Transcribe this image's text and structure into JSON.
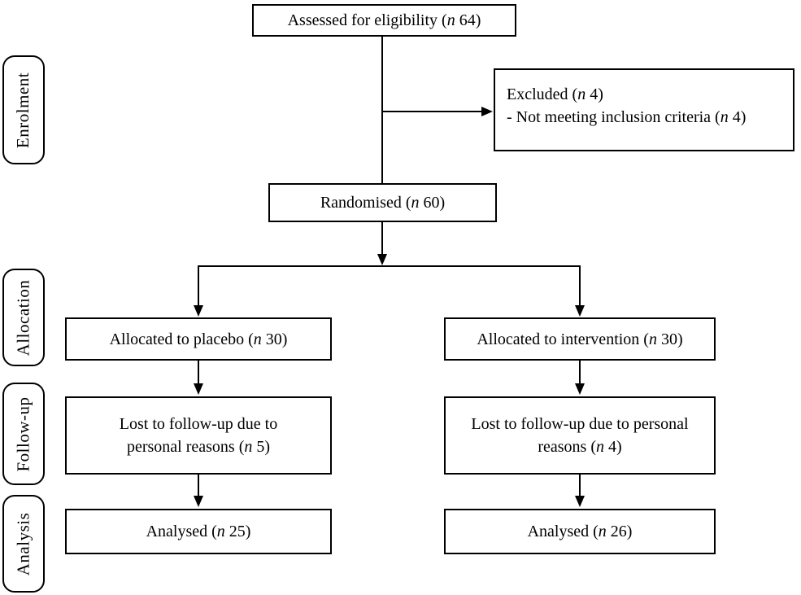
{
  "meta": {
    "diagram_type": "consort-participant-flow"
  },
  "colors": {
    "line": "#000000",
    "text": "#000000",
    "background": "#ffffff"
  },
  "stages": [
    {
      "label": "Enrolment"
    },
    {
      "label": "Allocation"
    },
    {
      "label": "Follow-up"
    },
    {
      "label": "Analysis"
    }
  ],
  "nodes": {
    "assessed": {
      "line1": {
        "pre": "Assessed for eligibility (",
        "n": "n",
        "post": " 64)"
      }
    },
    "excluded": {
      "line1": {
        "pre": "Excluded (",
        "n": "n",
        "post": " 4)"
      },
      "line2": {
        "pre": "- Not meeting inclusion criteria (",
        "n": "n",
        "post": " 4)"
      }
    },
    "randomised": {
      "line1": {
        "pre": "Randomised (",
        "n": "n",
        "post": " 60)"
      }
    },
    "allocated_placebo": {
      "line1": {
        "pre": "Allocated to placebo (",
        "n": "n",
        "post": " 30)"
      }
    },
    "allocated_intervention": {
      "line1": {
        "pre": "Allocated to intervention (",
        "n": "n",
        "post": " 30)"
      }
    },
    "lost_placebo": {
      "line1": {
        "pre": "Lost to follow-up due to",
        "n": "",
        "post": ""
      },
      "line2": {
        "pre": "personal reasons (",
        "n": "n",
        "post": " 5)"
      }
    },
    "lost_intervention": {
      "line1": {
        "pre": "Lost to follow-up due to personal",
        "n": "",
        "post": ""
      },
      "line2": {
        "pre": "reasons (",
        "n": "n",
        "post": " 4)"
      }
    },
    "analysed_placebo": {
      "line1": {
        "pre": "Analysed (",
        "n": "n",
        "post": " 25)"
      }
    },
    "analysed_intervention": {
      "line1": {
        "pre": "Analysed (",
        "n": "n",
        "post": " 26)"
      }
    }
  }
}
